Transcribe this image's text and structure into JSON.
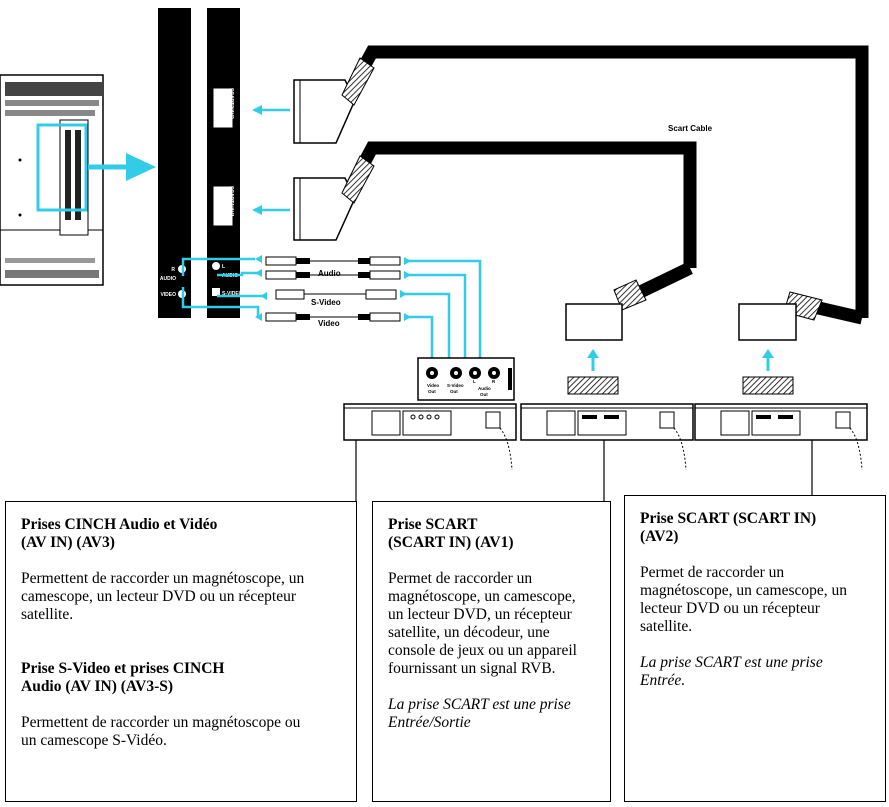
{
  "diagram": {
    "scart_cable_label": "Scart Cable",
    "audio_label": "Audio",
    "svideo_label": "S-Video",
    "video_label": "Video",
    "tv_jacks": {
      "r_audio_top": "R",
      "r_audio_bottom": "AUDIO",
      "video": "VIDEO",
      "l_audio_top": "L",
      "l_audio_bottom": "AUDIO",
      "svideo": "S-VIDEO",
      "scart1": "SCART1/AV1",
      "scart2": "SCART2/AV2"
    },
    "device_jacks": {
      "video_out_1": "Video",
      "video_out_2": "Out",
      "svideo_out_1": "S-Video",
      "svideo_out_2": "Out",
      "l": "L",
      "r": "R",
      "audio_out_1": "Audio",
      "audio_out_2": "Out"
    },
    "colors": {
      "arrow": "#33cce8",
      "ink": "#000000"
    }
  },
  "boxes": {
    "av3": {
      "title1": "Prises CINCH Audio et Vidéo",
      "title2": "(AV IN) (AV3)",
      "body": "Permettent de raccorder un magnétoscope, un camescope, un lecteur DVD ou un récepteur satellite.",
      "title3": "Prise S-Video et prises CINCH",
      "title4": "Audio (AV IN) (AV3-S)",
      "body2": "Permettent de raccorder un magnétoscope ou un camescope S-Vidéo."
    },
    "av1": {
      "title1": "Prise SCART",
      "title2": "(SCART IN) (AV1)",
      "body": "Permet de raccorder un magnétoscope, un camescope, un lecteur DVD, un récepteur satellite, un décodeur, une console de jeux ou un appareil fournissant un signal RVB.",
      "note": "La prise SCART est une prise Entrée/Sortie"
    },
    "av2": {
      "title1": "Prise SCART (SCART IN)",
      "title2": "(AV2)",
      "body": "Permet de raccorder un magnétoscope, un camescope, un lecteur DVD ou un récepteur satellite.",
      "note": "La prise SCART est une prise Entrée."
    }
  }
}
